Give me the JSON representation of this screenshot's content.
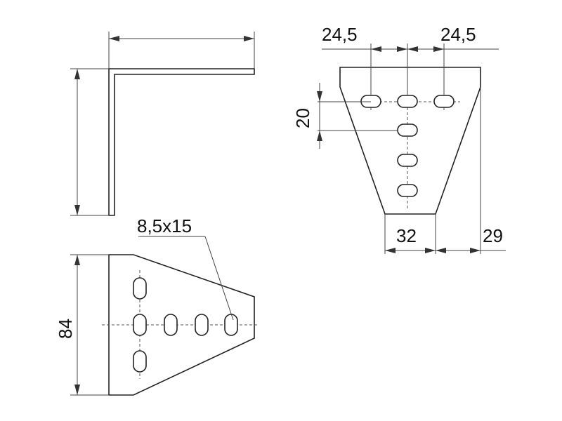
{
  "dimensions": {
    "top_width_left": "24,5",
    "top_width_right": "24,5",
    "row_spacing": "20",
    "base_width": "32",
    "offset": "29",
    "height": "84",
    "slot_size": "8,5x15"
  }
}
